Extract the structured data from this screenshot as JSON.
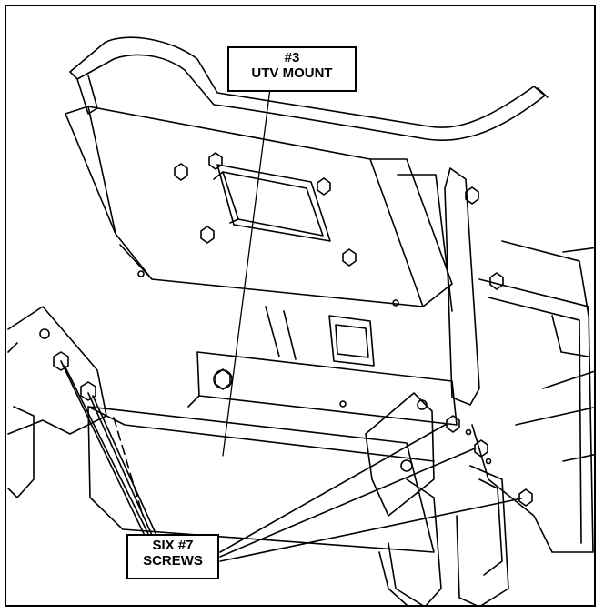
{
  "callouts": {
    "utv_mount": {
      "line1": "#3",
      "line2": "UTV MOUNT"
    },
    "screws": {
      "line1": "SIX #7",
      "line2": "SCREWS"
    }
  },
  "colors": {
    "ink": "#000000",
    "paper": "#ffffff"
  },
  "icons": {
    "screw": "hex-bolt-head-icon"
  }
}
